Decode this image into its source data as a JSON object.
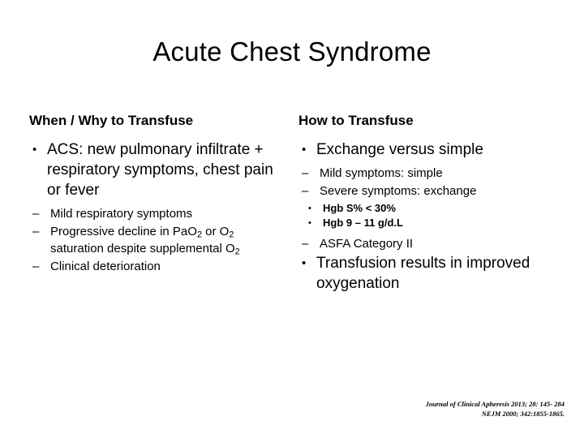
{
  "slide": {
    "title": "Acute Chest Syndrome",
    "left": {
      "heading": "When / Why to Transfuse",
      "bullet": {
        "marker": "•",
        "text": "ACS: new pulmonary infiltrate + respiratory symptoms, chest pain or fever"
      },
      "sub_items": [
        {
          "marker": "–",
          "text": "Mild respiratory symptoms"
        },
        {
          "marker": "–",
          "text_pre": "Progressive decline in Pa",
          "sub1": "2",
          "text_mid": " or ",
          "chem2": "O",
          "sub2": "2",
          "text_post": " saturation despite supplemental O",
          "sub3": "2",
          "chem1": "O"
        },
        {
          "marker": "–",
          "text": "Clinical deterioration"
        }
      ]
    },
    "right": {
      "heading": "How to Transfuse",
      "bullet1": {
        "marker": "•",
        "text": "Exchange versus simple"
      },
      "sub_items": [
        {
          "marker": "–",
          "text": "Mild symptoms: simple"
        },
        {
          "marker": "–",
          "text": "Severe symptoms: exchange"
        }
      ],
      "detail_items": [
        {
          "marker": "•",
          "text": "Hgb S% < 30%"
        },
        {
          "marker": "•",
          "text": "Hgb 9 – 11 g/d.L"
        }
      ],
      "sub_item_last": {
        "marker": "–",
        "text": "ASFA Category II"
      },
      "bullet2": {
        "marker": "•",
        "text": "Transfusion results in improved oxygenation"
      }
    },
    "citation": {
      "line1": "Journal of Clinical Apheresis 2013; 28: 145- 284",
      "line2": "NEJM  2000; 342:1855-1865."
    }
  }
}
